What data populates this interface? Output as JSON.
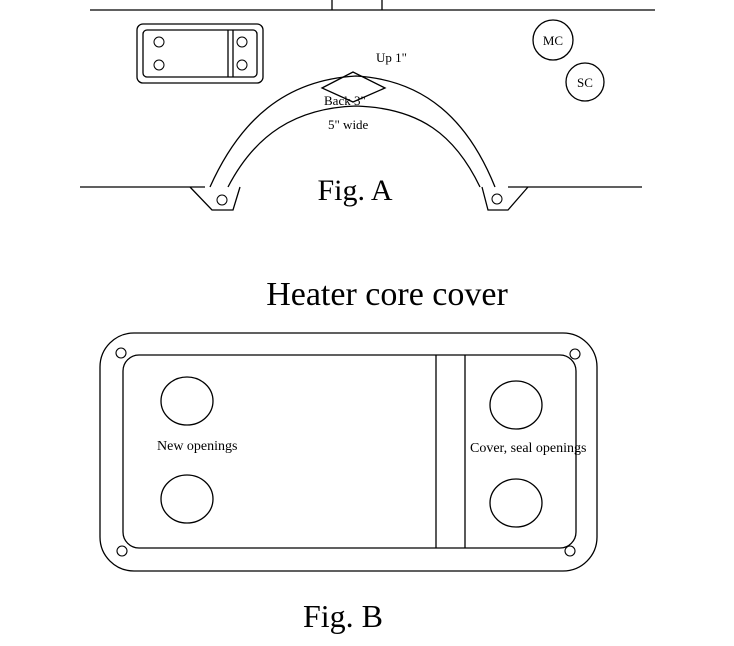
{
  "fig_a": {
    "caption": "Fig. A",
    "label_up": "Up 1\"",
    "label_back": "Back 3\"",
    "label_wide": "5\" wide",
    "label_mc": "MC",
    "label_sc": "SC"
  },
  "section_title": "Heater core cover",
  "fig_b": {
    "caption": "Fig. B",
    "label_new": "New openings",
    "label_cover": "Cover, seal openings"
  }
}
